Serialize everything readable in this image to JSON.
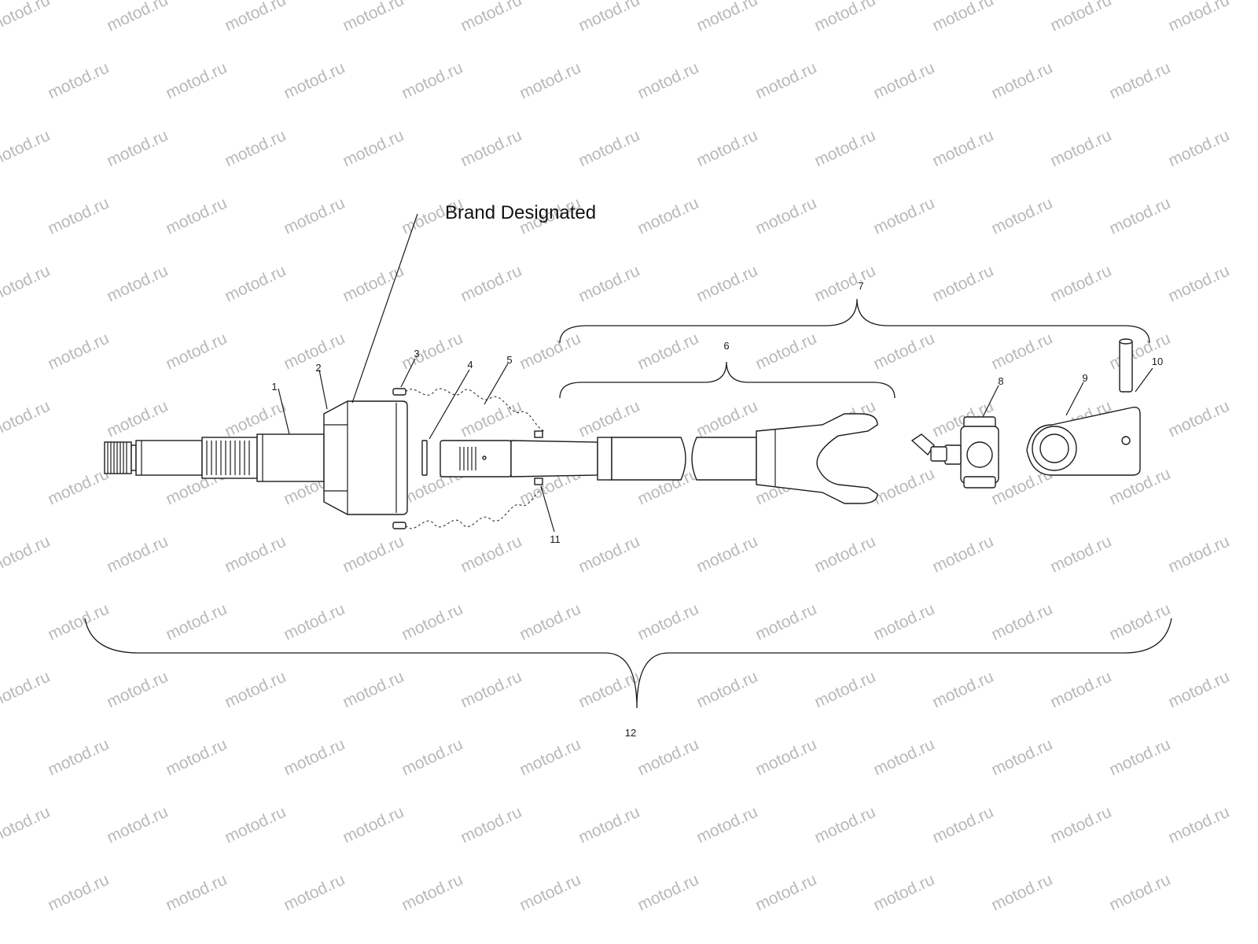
{
  "watermark": {
    "text": "motod.ru"
  },
  "annotation": {
    "text": "Brand Designated"
  },
  "callouts": [
    {
      "id": "c1",
      "label": "1"
    },
    {
      "id": "c2",
      "label": "2"
    },
    {
      "id": "c3",
      "label": "3"
    },
    {
      "id": "c4",
      "label": "4"
    },
    {
      "id": "c5",
      "label": "5"
    },
    {
      "id": "c6",
      "label": "6"
    },
    {
      "id": "c7",
      "label": "7"
    },
    {
      "id": "c8",
      "label": "8"
    },
    {
      "id": "c9",
      "label": "9"
    },
    {
      "id": "c10",
      "label": "10"
    },
    {
      "id": "c11",
      "label": "11"
    },
    {
      "id": "c12",
      "label": "12"
    }
  ]
}
